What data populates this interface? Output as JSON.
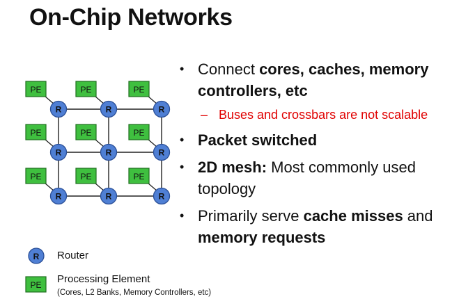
{
  "slide": {
    "title": "On-Chip Networks"
  },
  "diagram": {
    "router_label": "R",
    "pe_label": "PE",
    "router_color": "#4f7fd4",
    "router_stroke": "#2a4f97",
    "pe_color": "#3fbf3f",
    "pe_stroke": "#1f6e1f"
  },
  "bullets": [
    {
      "parts": [
        {
          "t": "Connect ",
          "b": false
        },
        {
          "t": "cores, caches, memory controllers, etc",
          "b": true
        }
      ]
    },
    {
      "parts": [
        {
          "t": "Packet switched",
          "b": true
        }
      ]
    },
    {
      "parts": [
        {
          "t": "2D mesh:",
          "b": true
        },
        {
          "t": " Most commonly used topology",
          "b": false
        }
      ]
    },
    {
      "parts": [
        {
          "t": "Primarily serve ",
          "b": false
        },
        {
          "t": "cache misses",
          "b": true
        },
        {
          "t": " and ",
          "b": false
        },
        {
          "t": "memory requests",
          "b": true
        }
      ]
    }
  ],
  "sub_bullet": "Buses and crossbars are not scalable",
  "legend": {
    "router_label": "Router",
    "pe_label": "Processing Element",
    "pe_detail": "(Cores, L2 Banks, Memory Controllers, etc)"
  }
}
